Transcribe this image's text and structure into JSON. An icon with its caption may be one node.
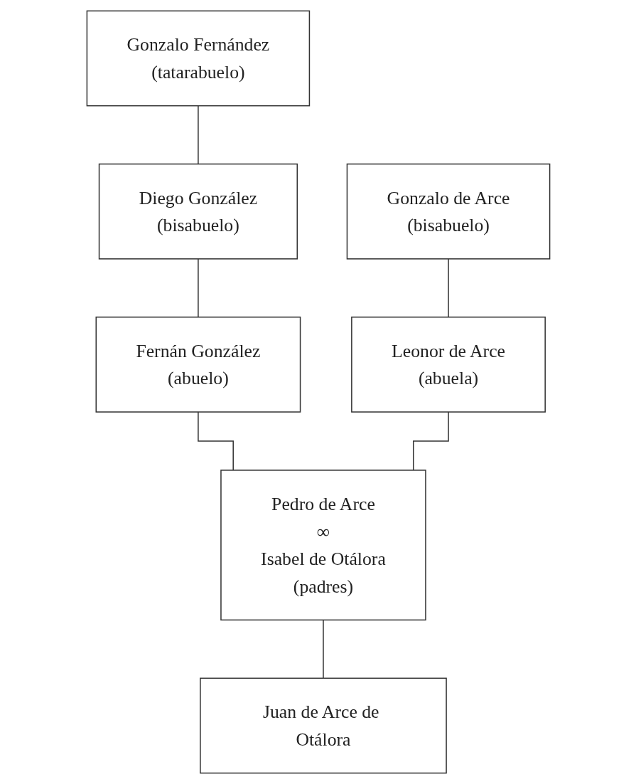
{
  "diagram": {
    "nodes": [
      {
        "text": [
          "Gonzalo Fernández",
          "(tatarabuelo)"
        ]
      },
      {
        "text": [
          "Diego González",
          "(bisabuelo)"
        ]
      },
      {
        "text": [
          "Gonzalo de Arce",
          "(bisabuelo)"
        ]
      },
      {
        "text": [
          "Fernán González",
          "(abuelo)"
        ]
      },
      {
        "text": [
          "Leonor de Arce",
          "(abuela)"
        ]
      },
      {
        "text": [
          "Pedro de Arce",
          "∞",
          "Isabel de Otálora",
          "(padres)"
        ]
      },
      {
        "text": [
          "Juan de Arce de Otálora"
        ]
      }
    ],
    "edges": [
      {
        "from": 0,
        "to": 1,
        "arrow": "none"
      },
      {
        "from": 1,
        "to": 3,
        "arrow": "none"
      },
      {
        "from": 2,
        "to": 4,
        "arrow": "none"
      },
      {
        "from": 3,
        "to": 5,
        "arrow": "none"
      },
      {
        "from": 4,
        "to": 5,
        "arrow": "none"
      },
      {
        "from": 5,
        "to": 6,
        "arrow": "none"
      }
    ]
  }
}
